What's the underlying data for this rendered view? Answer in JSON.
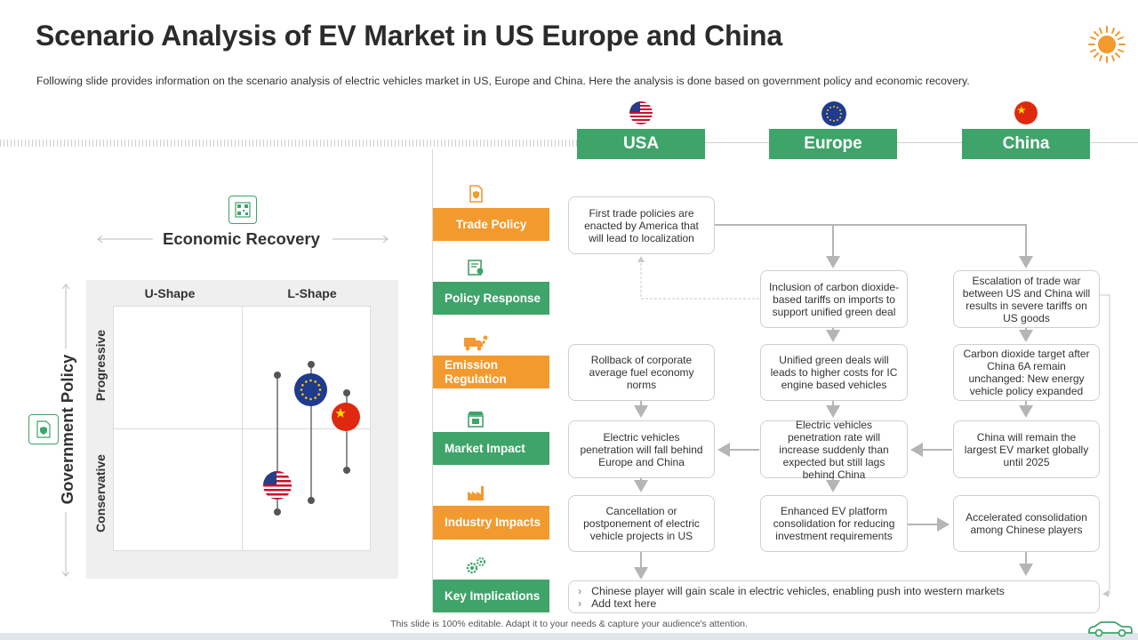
{
  "header": {
    "title": "Scenario Analysis of EV Market in US Europe and China",
    "subtitle": "Following slide provides  information  on the scenario analysis of electric vehicles  market in US, Europe and China.  Here the analysis is done based on government  policy and economic recovery."
  },
  "regions": [
    {
      "label": "USA",
      "flag": "us-flag"
    },
    {
      "label": "Europe",
      "flag": "eu-flag"
    },
    {
      "label": "China",
      "flag": "china-flag"
    }
  ],
  "categories": [
    {
      "label": "Trade Policy",
      "icon": "shield-document-icon",
      "color": "#f39a2e"
    },
    {
      "label": "Policy Response",
      "icon": "certificate-icon",
      "color": "#3fa46a"
    },
    {
      "label": "Emission Regulation",
      "icon": "emission-truck-icon",
      "color": "#f39a2e"
    },
    {
      "label": "Market Impact",
      "icon": "market-stall-icon",
      "color": "#3fa46a"
    },
    {
      "label": "Industry Impacts",
      "icon": "factory-icon",
      "color": "#f39a2e"
    },
    {
      "label": "Key Implications",
      "icon": "gears-icon",
      "color": "#3fa46a"
    }
  ],
  "boxes": {
    "trade_usa": "First trade policies are enacted by America that will lead to localization",
    "policy_eu": "Inclusion of carbon dioxide-based tariffs on imports to support unified green deal",
    "policy_cn": "Escalation of trade war between US and China will results in severe tariffs on US goods",
    "emission_us": "Rollback of corporate average fuel economy norms",
    "emission_eu": "Unified green deals will leads to higher costs for IC engine based vehicles",
    "emission_cn": "Carbon dioxide target after China 6A remain unchanged: New energy vehicle policy expanded",
    "market_us": "Electric vehicles penetration will fall behind Europe and China",
    "market_eu": "Electric vehicles penetration rate will increase suddenly than expected but still lags behind China",
    "market_cn": "China will remain the largest EV market globally until 2025",
    "industry_us": "Cancellation or postponement of electric vehicle projects in US",
    "industry_eu": "Enhanced EV platform consolidation for reducing investment requirements",
    "industry_cn": "Accelerated consolidation among Chinese players"
  },
  "implications": [
    "Chinese player will gain scale in electric vehicles, enabling push into western markets",
    "Add text here"
  ],
  "matrix": {
    "x_title": "Economic Recovery",
    "y_title": "Government Policy",
    "columns": [
      "U-Shape",
      "L-Shape"
    ],
    "rows": [
      "Progressive",
      "Conservative"
    ],
    "x_icon": "qr-chip-icon",
    "y_icon": "shield-check-icon"
  },
  "footer": "This slide is 100% editable.  Adapt it to your needs & capture your audience's attention.",
  "colors": {
    "green": "#3fa46a",
    "orange": "#f39a2e",
    "box_border": "#cfcfcf",
    "connector": "#b5b5b5"
  }
}
